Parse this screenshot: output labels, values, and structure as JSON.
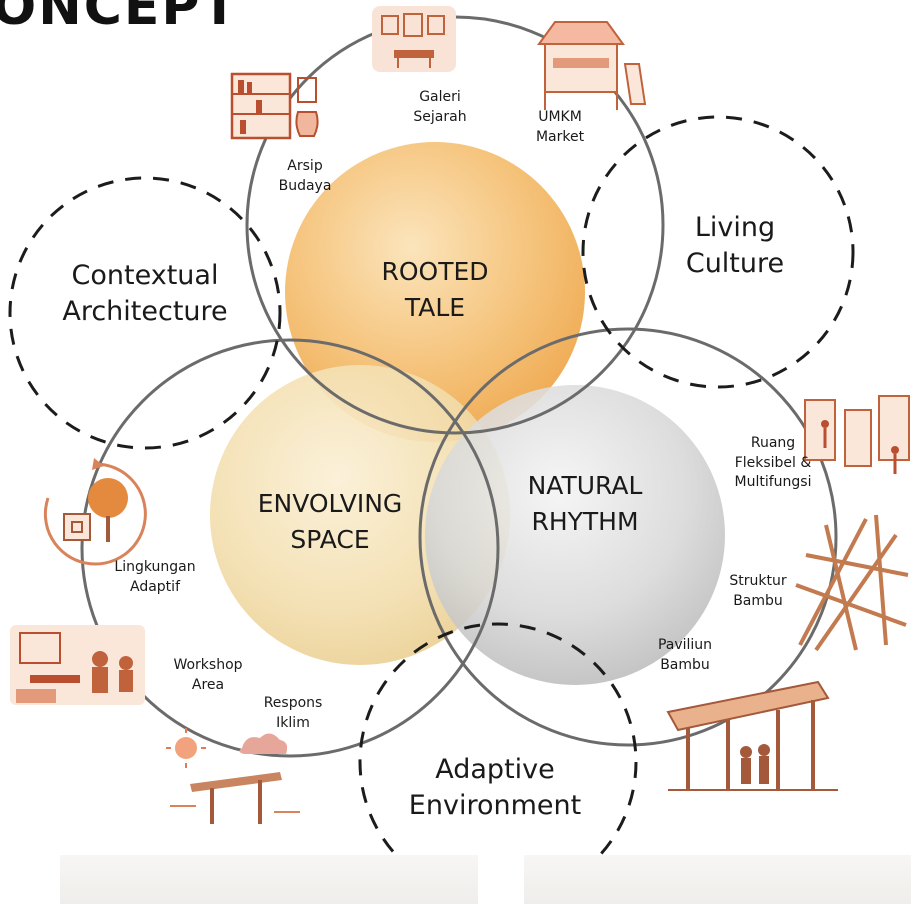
{
  "title": "ONCEPT",
  "core": {
    "rooted": [
      "ROOTED",
      "TALE"
    ],
    "evolving": [
      "ENVOLVING",
      "SPACE"
    ],
    "natural": [
      "NATURAL",
      "RHYTHM"
    ]
  },
  "outer": {
    "contextual": [
      "Contextual",
      "Architecture"
    ],
    "living": [
      "Living",
      "Culture"
    ],
    "adaptive": [
      "Adaptive",
      "Environment"
    ]
  },
  "features": {
    "galeri": [
      "Galeri",
      "Sejarah"
    ],
    "umkm": [
      "UMKM",
      "Market"
    ],
    "arsip": [
      "Arsip",
      "Budaya"
    ],
    "ruang": [
      "Ruang",
      "Fleksibel &",
      "Multifungsi"
    ],
    "struktur": [
      "Struktur",
      "Bambu"
    ],
    "paviliun": [
      "Paviliun",
      "Bambu"
    ],
    "lingkungan": [
      "Lingkungan",
      "Adaptif"
    ],
    "workshop": [
      "Workshop",
      "Area"
    ],
    "respons": [
      "Respons",
      "Iklim"
    ]
  },
  "colors": {
    "rooted": "#f2b25c",
    "evolving": "#f0d7a0",
    "natural": "#c9c9c9",
    "ring": "#6b6b6b",
    "dashed": "#1c1c1c",
    "sketch": "#d9835a"
  }
}
